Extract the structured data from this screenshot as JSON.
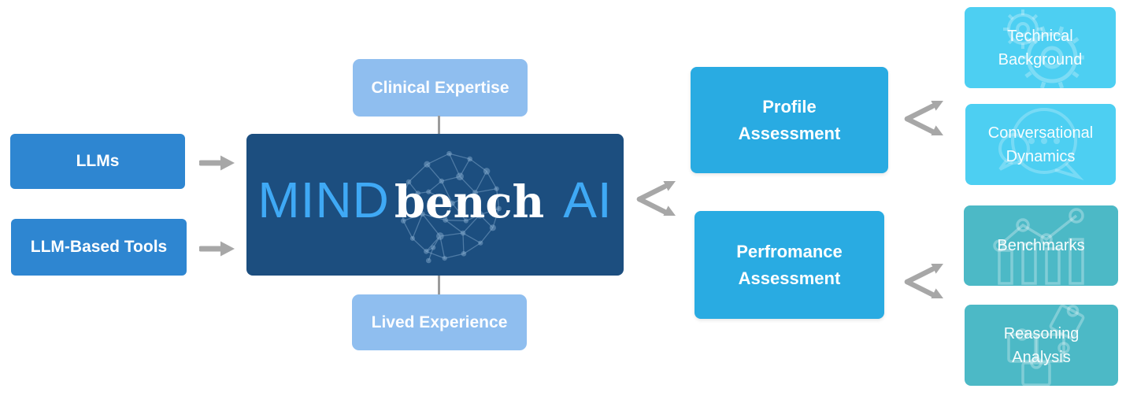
{
  "colors": {
    "input_blue": "#2E86D1",
    "context_blue": "#8FBEEF",
    "brand_navy": "#1C4E7F",
    "logo_blue": "#3FA9F5",
    "assessment_blue": "#29ABE2",
    "dimension_cyan": "#4DCFF2",
    "metric_teal": "#4CB9C6",
    "arrow_gray": "#A7A7A7",
    "connector_gray": "#9B9B9B"
  },
  "inputs": [
    {
      "label": "LLMs"
    },
    {
      "label": "LLM-Based Tools"
    }
  ],
  "contexts": {
    "top": {
      "label": "Clinical Expertise"
    },
    "bottom": {
      "label": "Lived Experience"
    }
  },
  "logo": {
    "part1": "MIND",
    "part2": "bench",
    "part3": "AI"
  },
  "assessments": [
    {
      "label": "Profile\nAssessment"
    },
    {
      "label": "Perfromance\nAssessment"
    }
  ],
  "profile_outputs": [
    {
      "label": "Technical\nBackground",
      "icon": "gears-icon"
    },
    {
      "label": "Conversational\nDynamics",
      "icon": "chat-bubbles-icon"
    }
  ],
  "performance_outputs": [
    {
      "label": "Benchmarks",
      "icon": "bar-chart-icon"
    },
    {
      "label": "Reasoning\nAnalysis",
      "icon": "puzzle-icon"
    }
  ]
}
